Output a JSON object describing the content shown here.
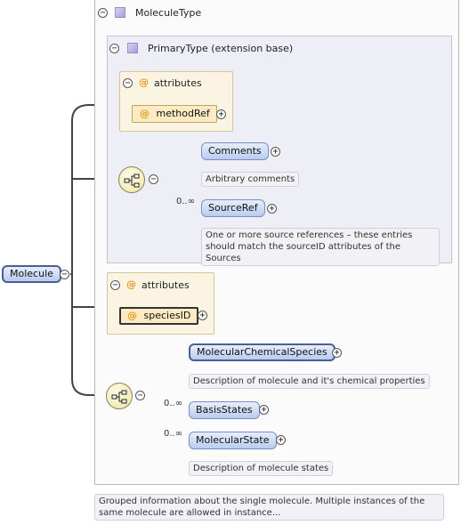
{
  "root": {
    "label": "Molecule"
  },
  "molecule_type": {
    "label": "MoleculeType"
  },
  "primary_type": {
    "label": "PrimaryType (extension base)",
    "attributes_label": "attributes",
    "attribute": "methodRef",
    "sequence": {
      "comments": {
        "label": "Comments",
        "doc": "Arbitrary comments"
      },
      "source_ref": {
        "label": "SourceRef",
        "cardinality": "0..∞",
        "doc_line1": "One or more source references – these entries",
        "doc_line2": "should match the sourceID attributes of the Sources"
      }
    }
  },
  "molecule_attributes": {
    "label": "attributes",
    "attribute": "speciesID"
  },
  "sequence2": {
    "mcs": {
      "label": "MolecularChemicalSpecies",
      "doc": "Description of molecule and it's chemical properties"
    },
    "basis": {
      "label": "BasisStates",
      "cardinality": "0..∞"
    },
    "state": {
      "label": "MolecularState",
      "cardinality": "0..∞",
      "doc": "Description of molecule states"
    }
  },
  "root_doc": {
    "line1": "Grouped information about the single molecule. Multiple instances of the",
    "line2": "same molecule are allowed in instance..."
  }
}
